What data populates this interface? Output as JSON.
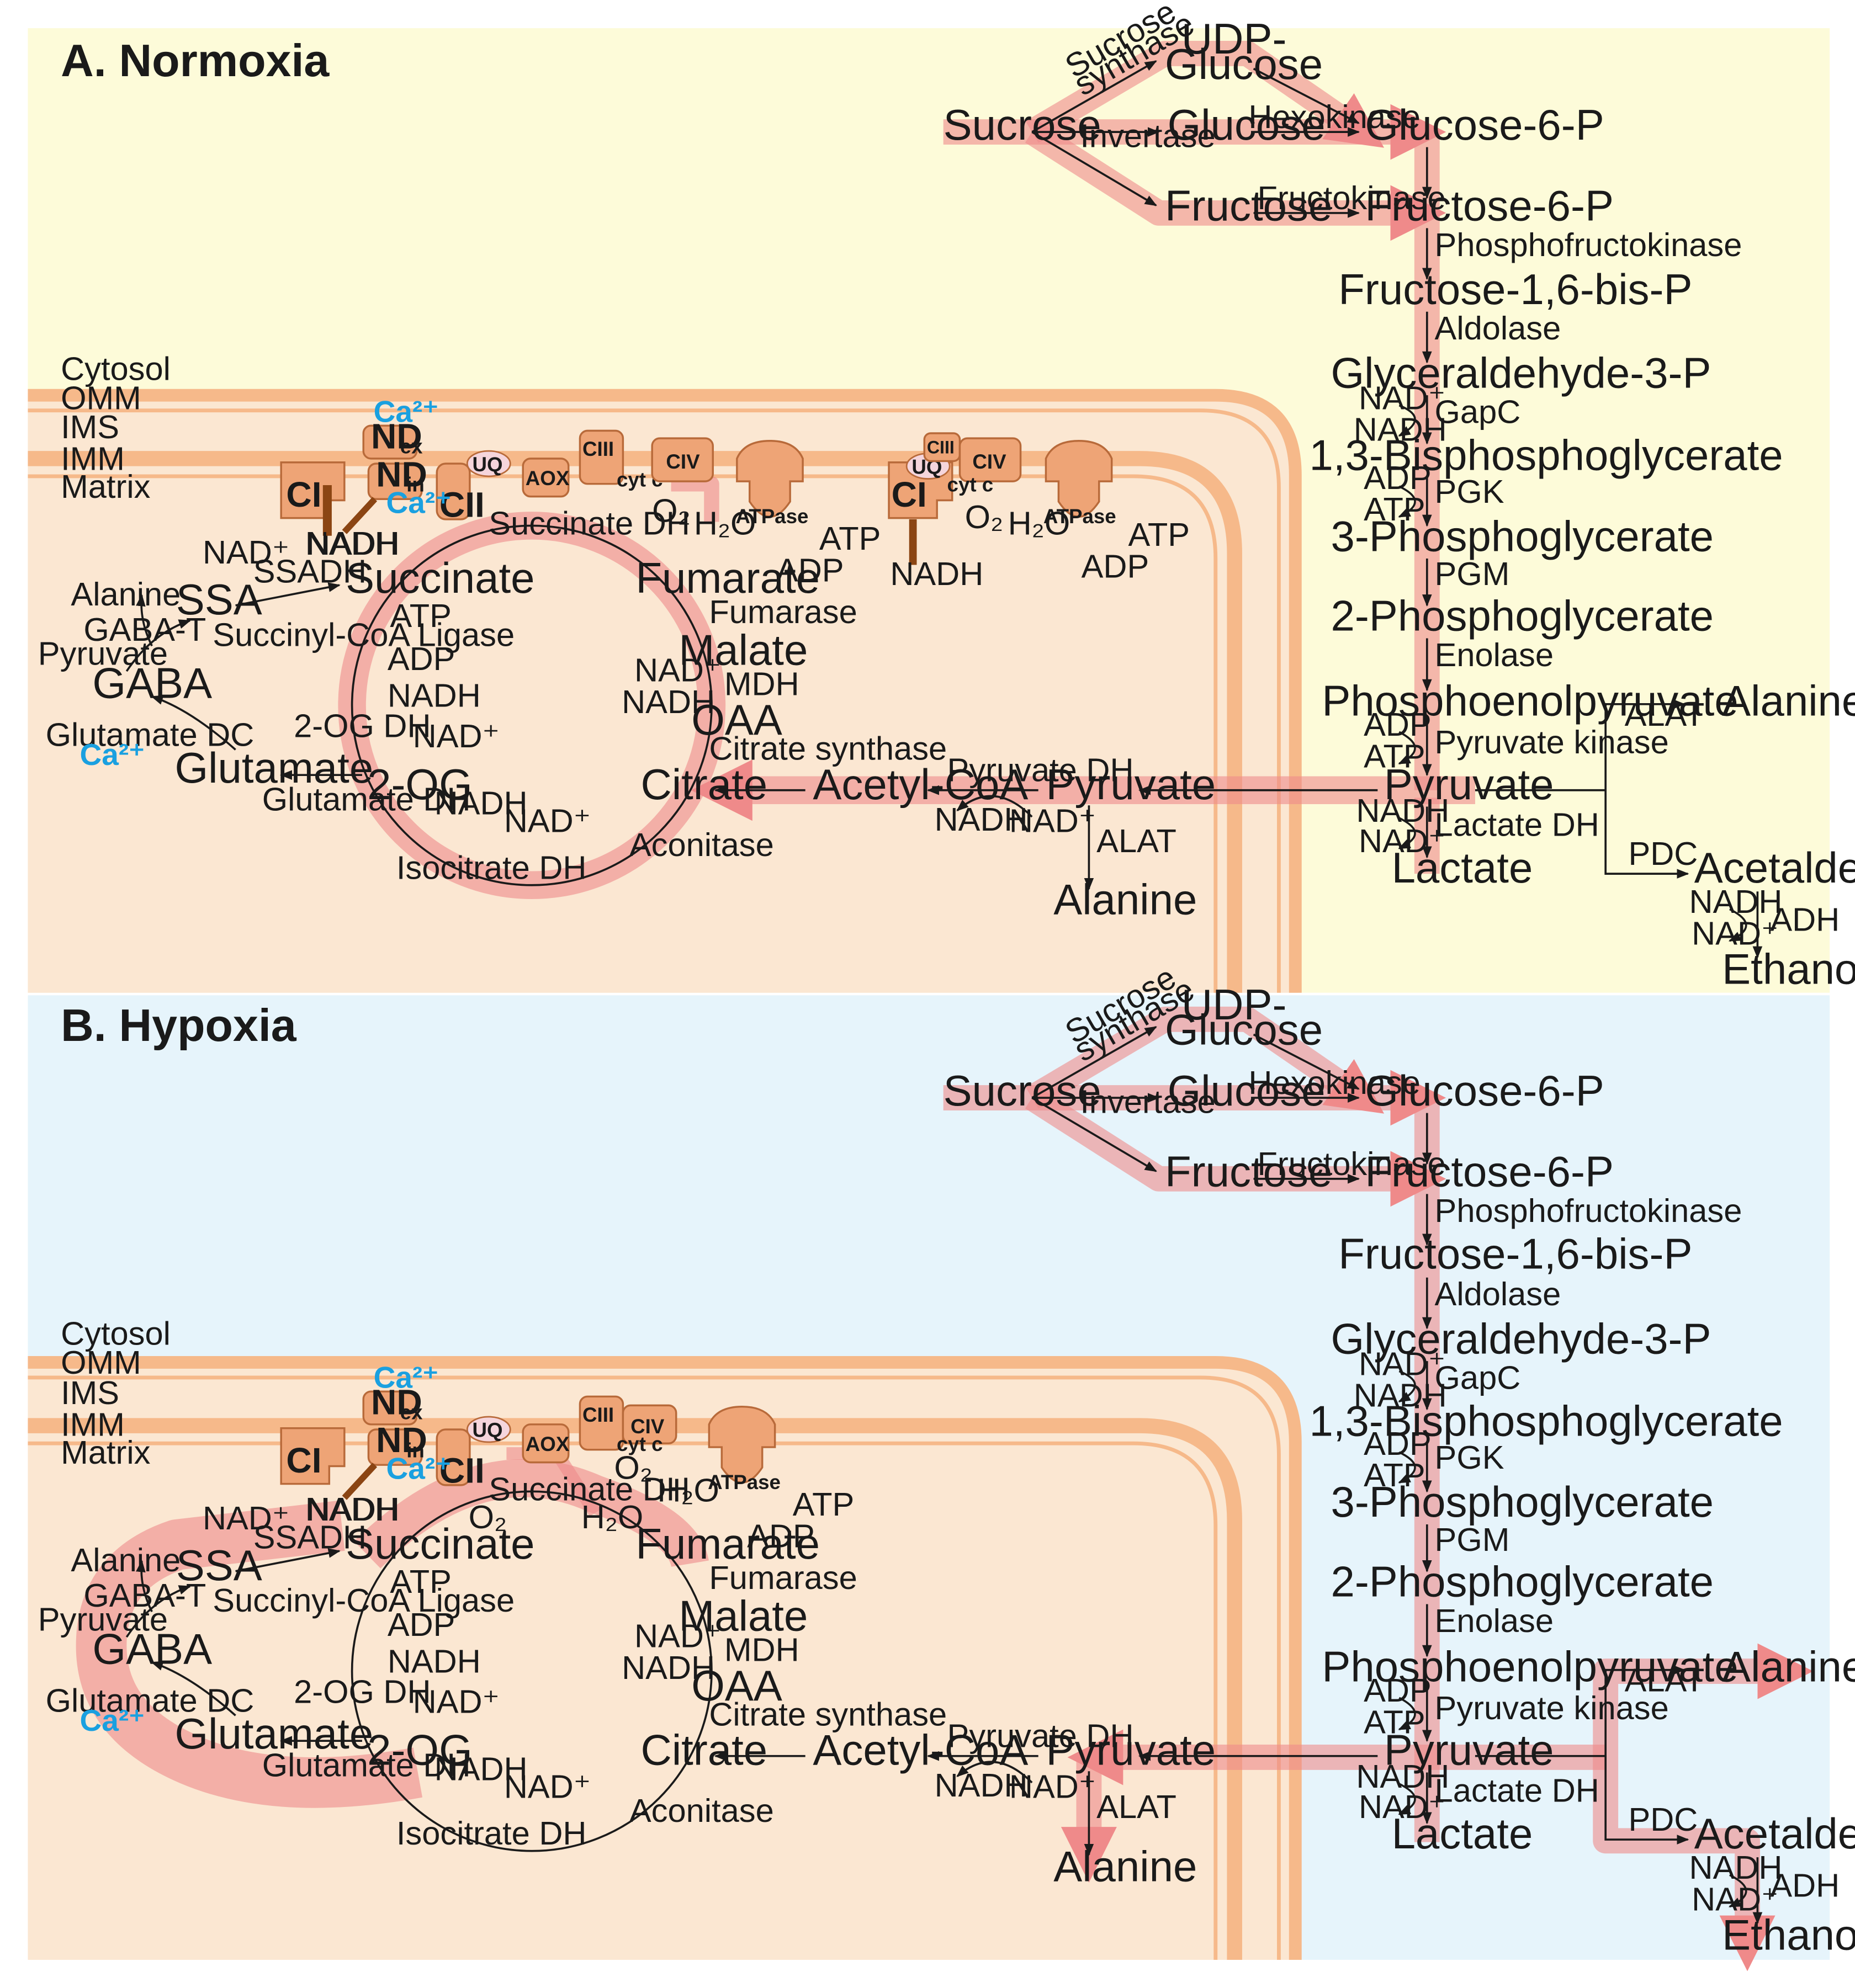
{
  "colors": {
    "normoxia_bg": "#fdfbd9",
    "hypoxia_bg": "#e6f4fb",
    "mito_fill": "#fcecdd",
    "membrane": "#f6b98a",
    "flux": "#ef8a8a",
    "complex": "#eea476",
    "calcium": "#1aa0e0",
    "pipe": "#8b4513"
  },
  "compartments": {
    "cytosol": "Cytosol",
    "omm": "OMM",
    "ims": "IMS",
    "imm": "IMM",
    "matrix": "Matrix"
  },
  "complexes": {
    "ci": "CI",
    "cii": "CII",
    "ciii": "CIII",
    "civ": "CIV",
    "uq": "UQ",
    "aox": "AOX",
    "cytc": "cyt c",
    "nd": "ND",
    "ex": "ex",
    "in": "in",
    "atpase": "ATPase",
    "ca": "Ca²⁺"
  },
  "m": {
    "sucrose": "Sucrose",
    "udp1": "UDP-",
    "udp2": "Glucose",
    "glucose": "Glucose",
    "g6p": "Glucose-6-P",
    "fructose": "Fructose",
    "f6p": "Fructose-6-P",
    "f16bp": "Fructose-1,6-bis-P",
    "gap": "Glyceraldehyde-3-P",
    "bpg": "1,3-Bisphosphoglycerate",
    "pg3": "3-Phosphoglycerate",
    "pg2": "2-Phosphoglycerate",
    "pep": "Phosphoenolpyruvate",
    "pyruvate": "Pyruvate",
    "lactate": "Lactate",
    "alanine": "Alanine",
    "acetaldehyde": "Acetaldehyde",
    "ethanol": "Ethanol",
    "acetylcoa": "Acetyl-CoA",
    "citrate": "Citrate",
    "oaa": "OAA",
    "malate": "Malate",
    "fumarate": "Fumarate",
    "succinate": "Succinate",
    "og2": "2-OG",
    "glutamate": "Glutamate",
    "gaba": "GABA",
    "ssa": "SSA"
  },
  "e": {
    "sucsyn1": "Sucrose",
    "sucsyn2": "synthase",
    "invertase": "Invertase",
    "hexokinase": "Hexokinase",
    "fructokinase": "Fructokinase",
    "pfk": "Phosphofructokinase",
    "aldolase": "Aldolase",
    "gapc": "GapC",
    "pgk": "PGK",
    "pgm": "PGM",
    "enolase": "Enolase",
    "pk": "Pyruvate kinase",
    "ldh": "Lactate DH",
    "alat": "ALAT",
    "pdc": "PDC",
    "adh": "ADH",
    "pdh": "Pyruvate DH",
    "cs": "Citrate synthase",
    "aconitase": "Aconitase",
    "idh": "Isocitrate DH",
    "ogdh": "2-OG DH",
    "scl": "Succinyl-CoA Ligase",
    "sdh": "Succinate DH",
    "fumarase": "Fumarase",
    "mdh": "MDH",
    "gdh": "Glutamate DH",
    "gdc": "Glutamate DC",
    "gabat": "GABA-T",
    "ssadh": "SSADH"
  },
  "c": {
    "nad": "NAD⁺",
    "nadh": "NADH",
    "atp": "ATP",
    "adp": "ADP",
    "o2": "O₂",
    "h2o": "H₂O"
  },
  "panels": [
    {
      "title": "A. Normoxia"
    },
    {
      "title": "B. Hypoxia"
    }
  ]
}
